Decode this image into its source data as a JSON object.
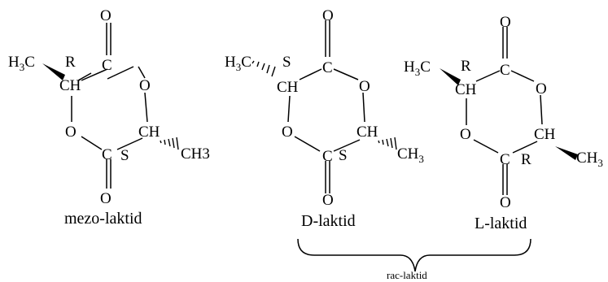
{
  "molecules": [
    {
      "name": "mezo-laktid",
      "atoms": {
        "o_top": "O",
        "c_top": "C",
        "o_right": "O",
        "ch_left": "CH",
        "o_left": "O",
        "ch_right": "CH",
        "c_bot": "C",
        "o_bot": "O",
        "h3c": "H",
        "h3c_sub": "3",
        "h3c_c": "C",
        "ch3": "CH3"
      },
      "config_top": "R",
      "config_bot": "S"
    },
    {
      "name": "D-laktid",
      "atoms": {
        "o_top": "O",
        "c_top": "C",
        "o_right": "O",
        "ch_left": "CH",
        "o_left": "O",
        "ch_right": "CH",
        "c_bot": "C",
        "o_bot": "O",
        "h3c": "H",
        "h3c_sub": "3",
        "h3c_c": "C",
        "ch3": "CH",
        "ch3_sub": "3"
      },
      "config_top": "S",
      "config_bot": "S"
    },
    {
      "name": "L-laktid",
      "atoms": {
        "o_top": "O",
        "c_top": "C",
        "o_right": "O",
        "ch_left": "CH",
        "o_left": "O",
        "ch_right": "CH",
        "c_bot": "C",
        "o_bot": "O",
        "h3c": "H",
        "h3c_sub": "3",
        "h3c_c": "C",
        "ch3": "CH",
        "ch3_sub": "3"
      },
      "config_top": "R",
      "config_bot": "R"
    }
  ],
  "brace_label": "rac-laktid"
}
